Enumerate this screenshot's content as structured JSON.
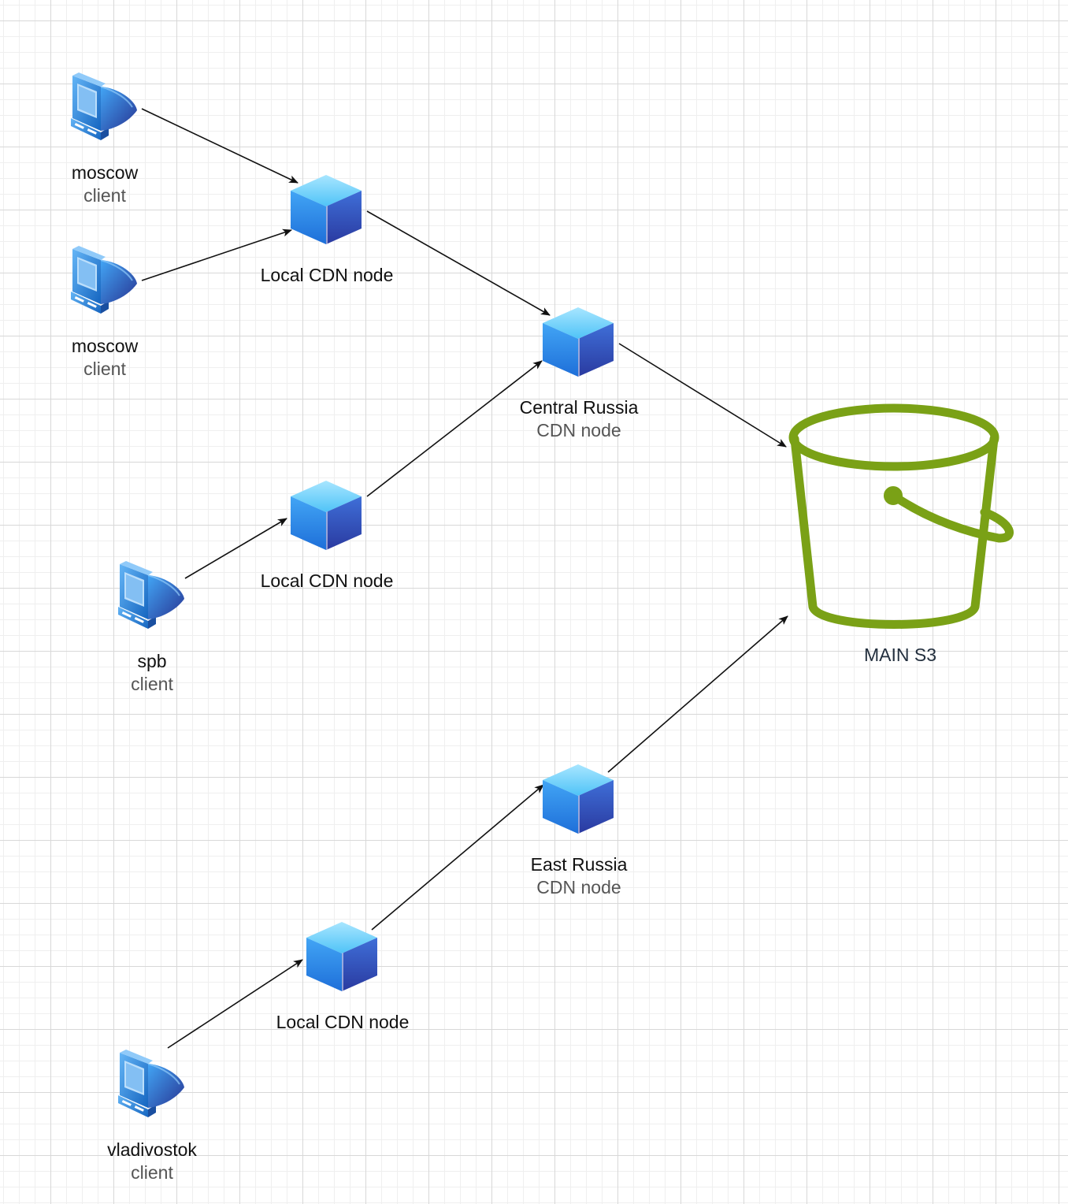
{
  "colors": {
    "edge": "#111111",
    "bucket": "#7aa116",
    "cube_top": "#4fc3f7",
    "cube_left": "#1e88e5",
    "cube_right": "#3949ab",
    "pc_blue": "#1e88e5"
  },
  "nodes": {
    "client_moscow_1": {
      "icon": "computer-icon",
      "line1": "moscow",
      "line2": "client"
    },
    "client_moscow_2": {
      "icon": "computer-icon",
      "line1": "moscow",
      "line2": "client"
    },
    "client_spb": {
      "icon": "computer-icon",
      "line1": "spb",
      "line2": "client"
    },
    "client_vladivostok": {
      "icon": "computer-icon",
      "line1": "vladivostok",
      "line2": "client"
    },
    "local_cdn_1": {
      "icon": "cube-icon",
      "line1": "Local CDN node"
    },
    "local_cdn_2": {
      "icon": "cube-icon",
      "line1": "Local CDN node"
    },
    "local_cdn_3": {
      "icon": "cube-icon",
      "line1": "Local CDN node"
    },
    "central_cdn": {
      "icon": "cube-icon",
      "line1": "Central Russia",
      "line2": "CDN node"
    },
    "east_cdn": {
      "icon": "cube-icon",
      "line1": "East Russia",
      "line2": "CDN node"
    },
    "main_s3": {
      "icon": "s3-bucket-icon",
      "line1": "MAIN S3"
    }
  },
  "edges": [
    {
      "from": "client_moscow_1",
      "to": "local_cdn_1"
    },
    {
      "from": "client_moscow_2",
      "to": "local_cdn_1"
    },
    {
      "from": "local_cdn_1",
      "to": "central_cdn"
    },
    {
      "from": "client_spb",
      "to": "local_cdn_2"
    },
    {
      "from": "local_cdn_2",
      "to": "central_cdn"
    },
    {
      "from": "central_cdn",
      "to": "main_s3"
    },
    {
      "from": "client_vladivostok",
      "to": "local_cdn_3"
    },
    {
      "from": "local_cdn_3",
      "to": "east_cdn"
    },
    {
      "from": "east_cdn",
      "to": "main_s3"
    }
  ]
}
